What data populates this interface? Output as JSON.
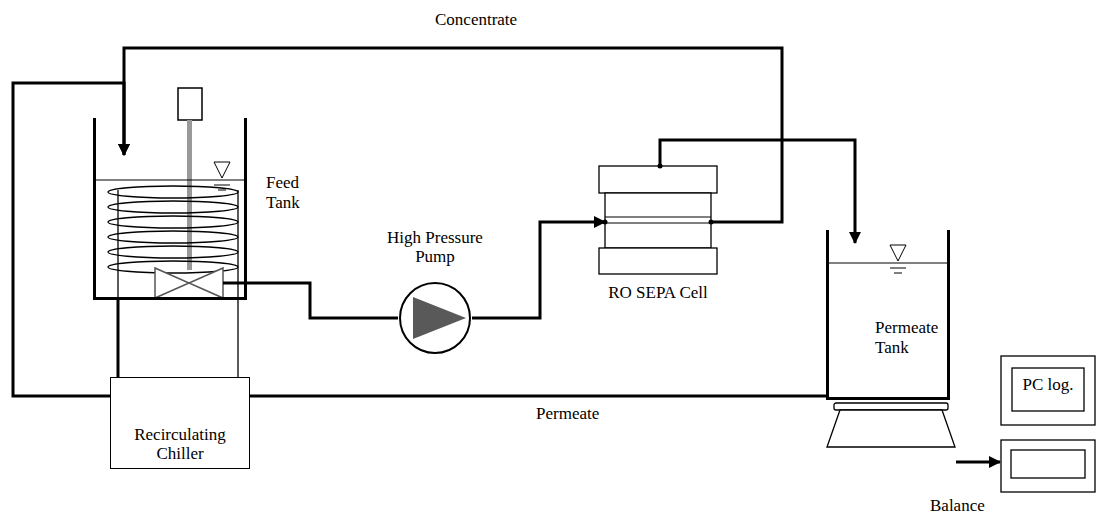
{
  "diagram": {
    "nodes": [
      {
        "text": [
          "Feed Tank"
        ]
      },
      {
        "text": [
          "Recirculating Chiller"
        ]
      },
      {
        "text": [
          "High Pressure Pump"
        ]
      },
      {
        "text": [
          "RO SEPA Cell"
        ]
      },
      {
        "text": [
          "Permeate Tank"
        ]
      },
      {
        "text": [
          "Balance"
        ]
      },
      {
        "text": [
          "PC log."
        ]
      }
    ],
    "edges": [
      {
        "from": 0,
        "to": 2,
        "arrow": "none"
      },
      {
        "from": 1,
        "to": 0,
        "arrow": "none"
      },
      {
        "from": 2,
        "to": 3,
        "arrow": "to"
      },
      {
        "from": 3,
        "to": 0,
        "label": "Concentrate",
        "arrow": "to"
      },
      {
        "from": 3,
        "to": 4,
        "arrow": "to"
      },
      {
        "from": 4,
        "to": 0,
        "label": "Permeate",
        "arrow": "to"
      },
      {
        "from": 5,
        "to": 6,
        "arrow": "to"
      }
    ]
  }
}
